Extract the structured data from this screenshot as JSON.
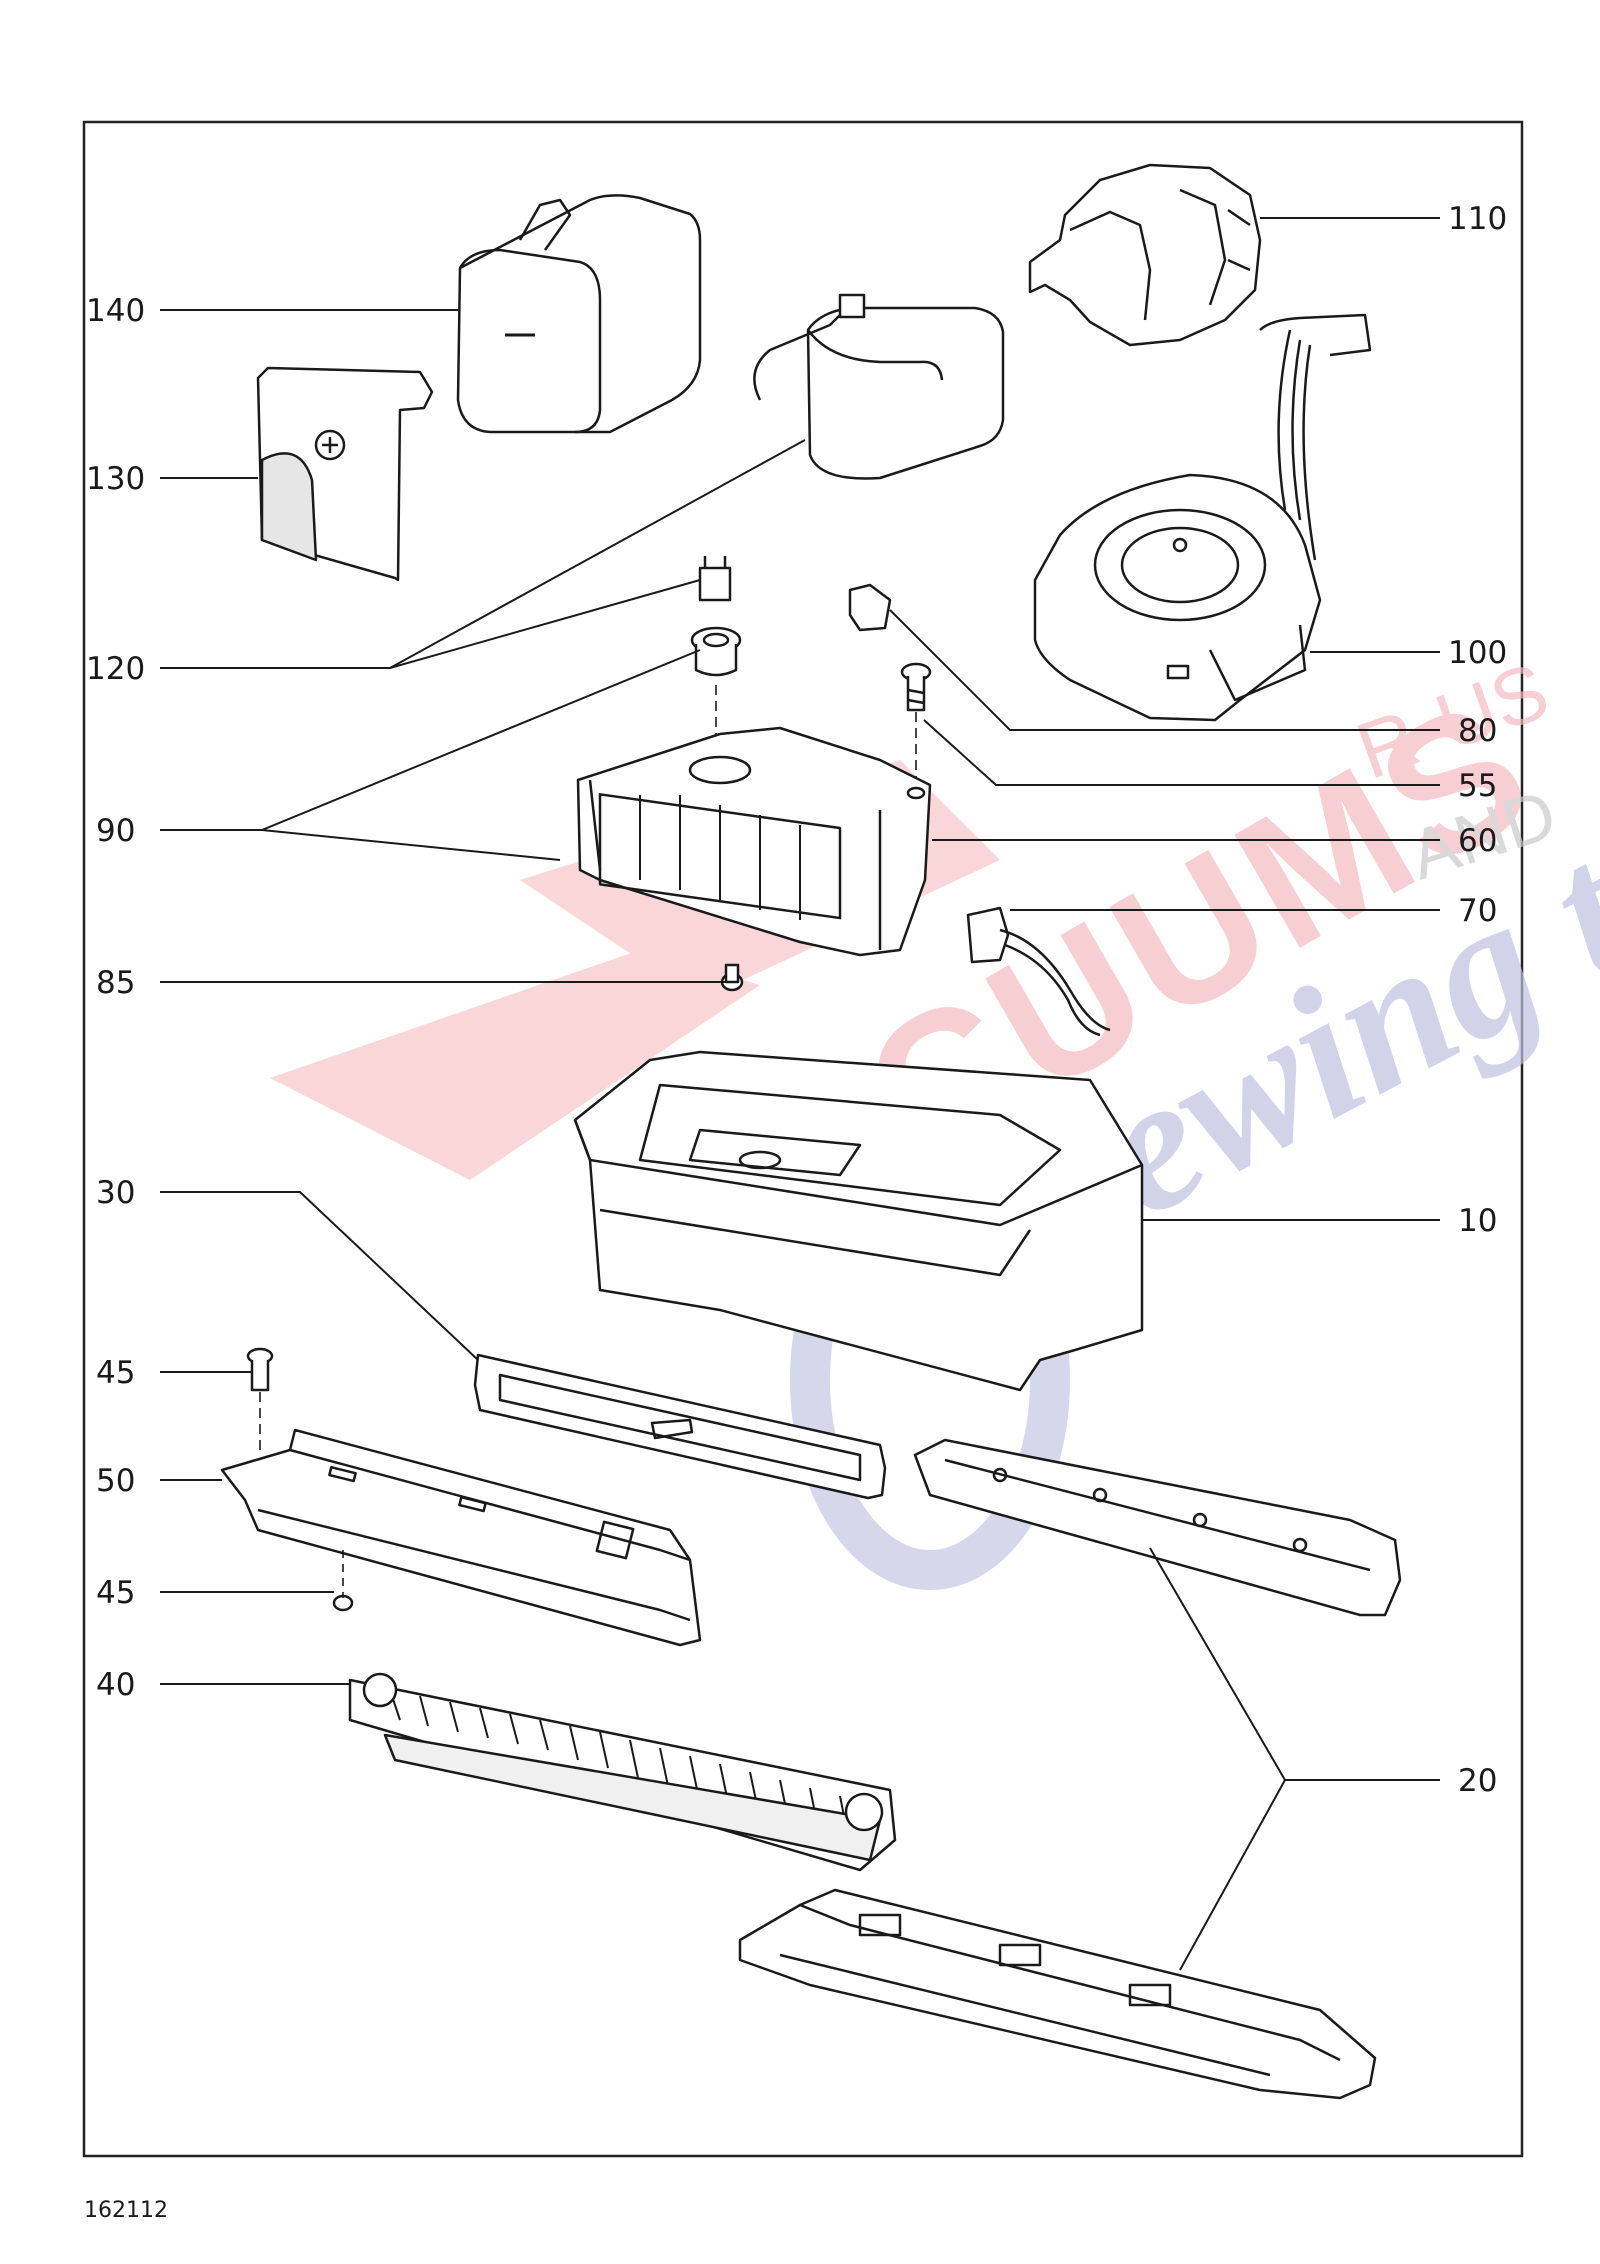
{
  "diagram": {
    "callouts": [
      "140",
      "130",
      "120",
      "90",
      "85",
      "30",
      "45",
      "50",
      "45",
      "40",
      "110",
      "100",
      "80",
      "55",
      "60",
      "70",
      "10",
      "20"
    ],
    "parts": [
      "battery-pack-large",
      "side-cover",
      "battery-pack-small",
      "connector-clip",
      "bushing",
      "screw-top",
      "blower-fan",
      "motor-housing",
      "switch-bracket",
      "microswitch",
      "filter-cage",
      "dust-bin",
      "filter-frame",
      "brush-cover",
      "brushroll",
      "base-rail",
      "base-plate"
    ],
    "watermark": {
      "line1": "R-US",
      "line2": "AND",
      "word": "VACUUMS",
      "line3": "Sewing too",
      "colors": [
        "#f4b9bd",
        "#bfc1e0"
      ]
    }
  },
  "footer": {
    "doc_number": "162112"
  }
}
